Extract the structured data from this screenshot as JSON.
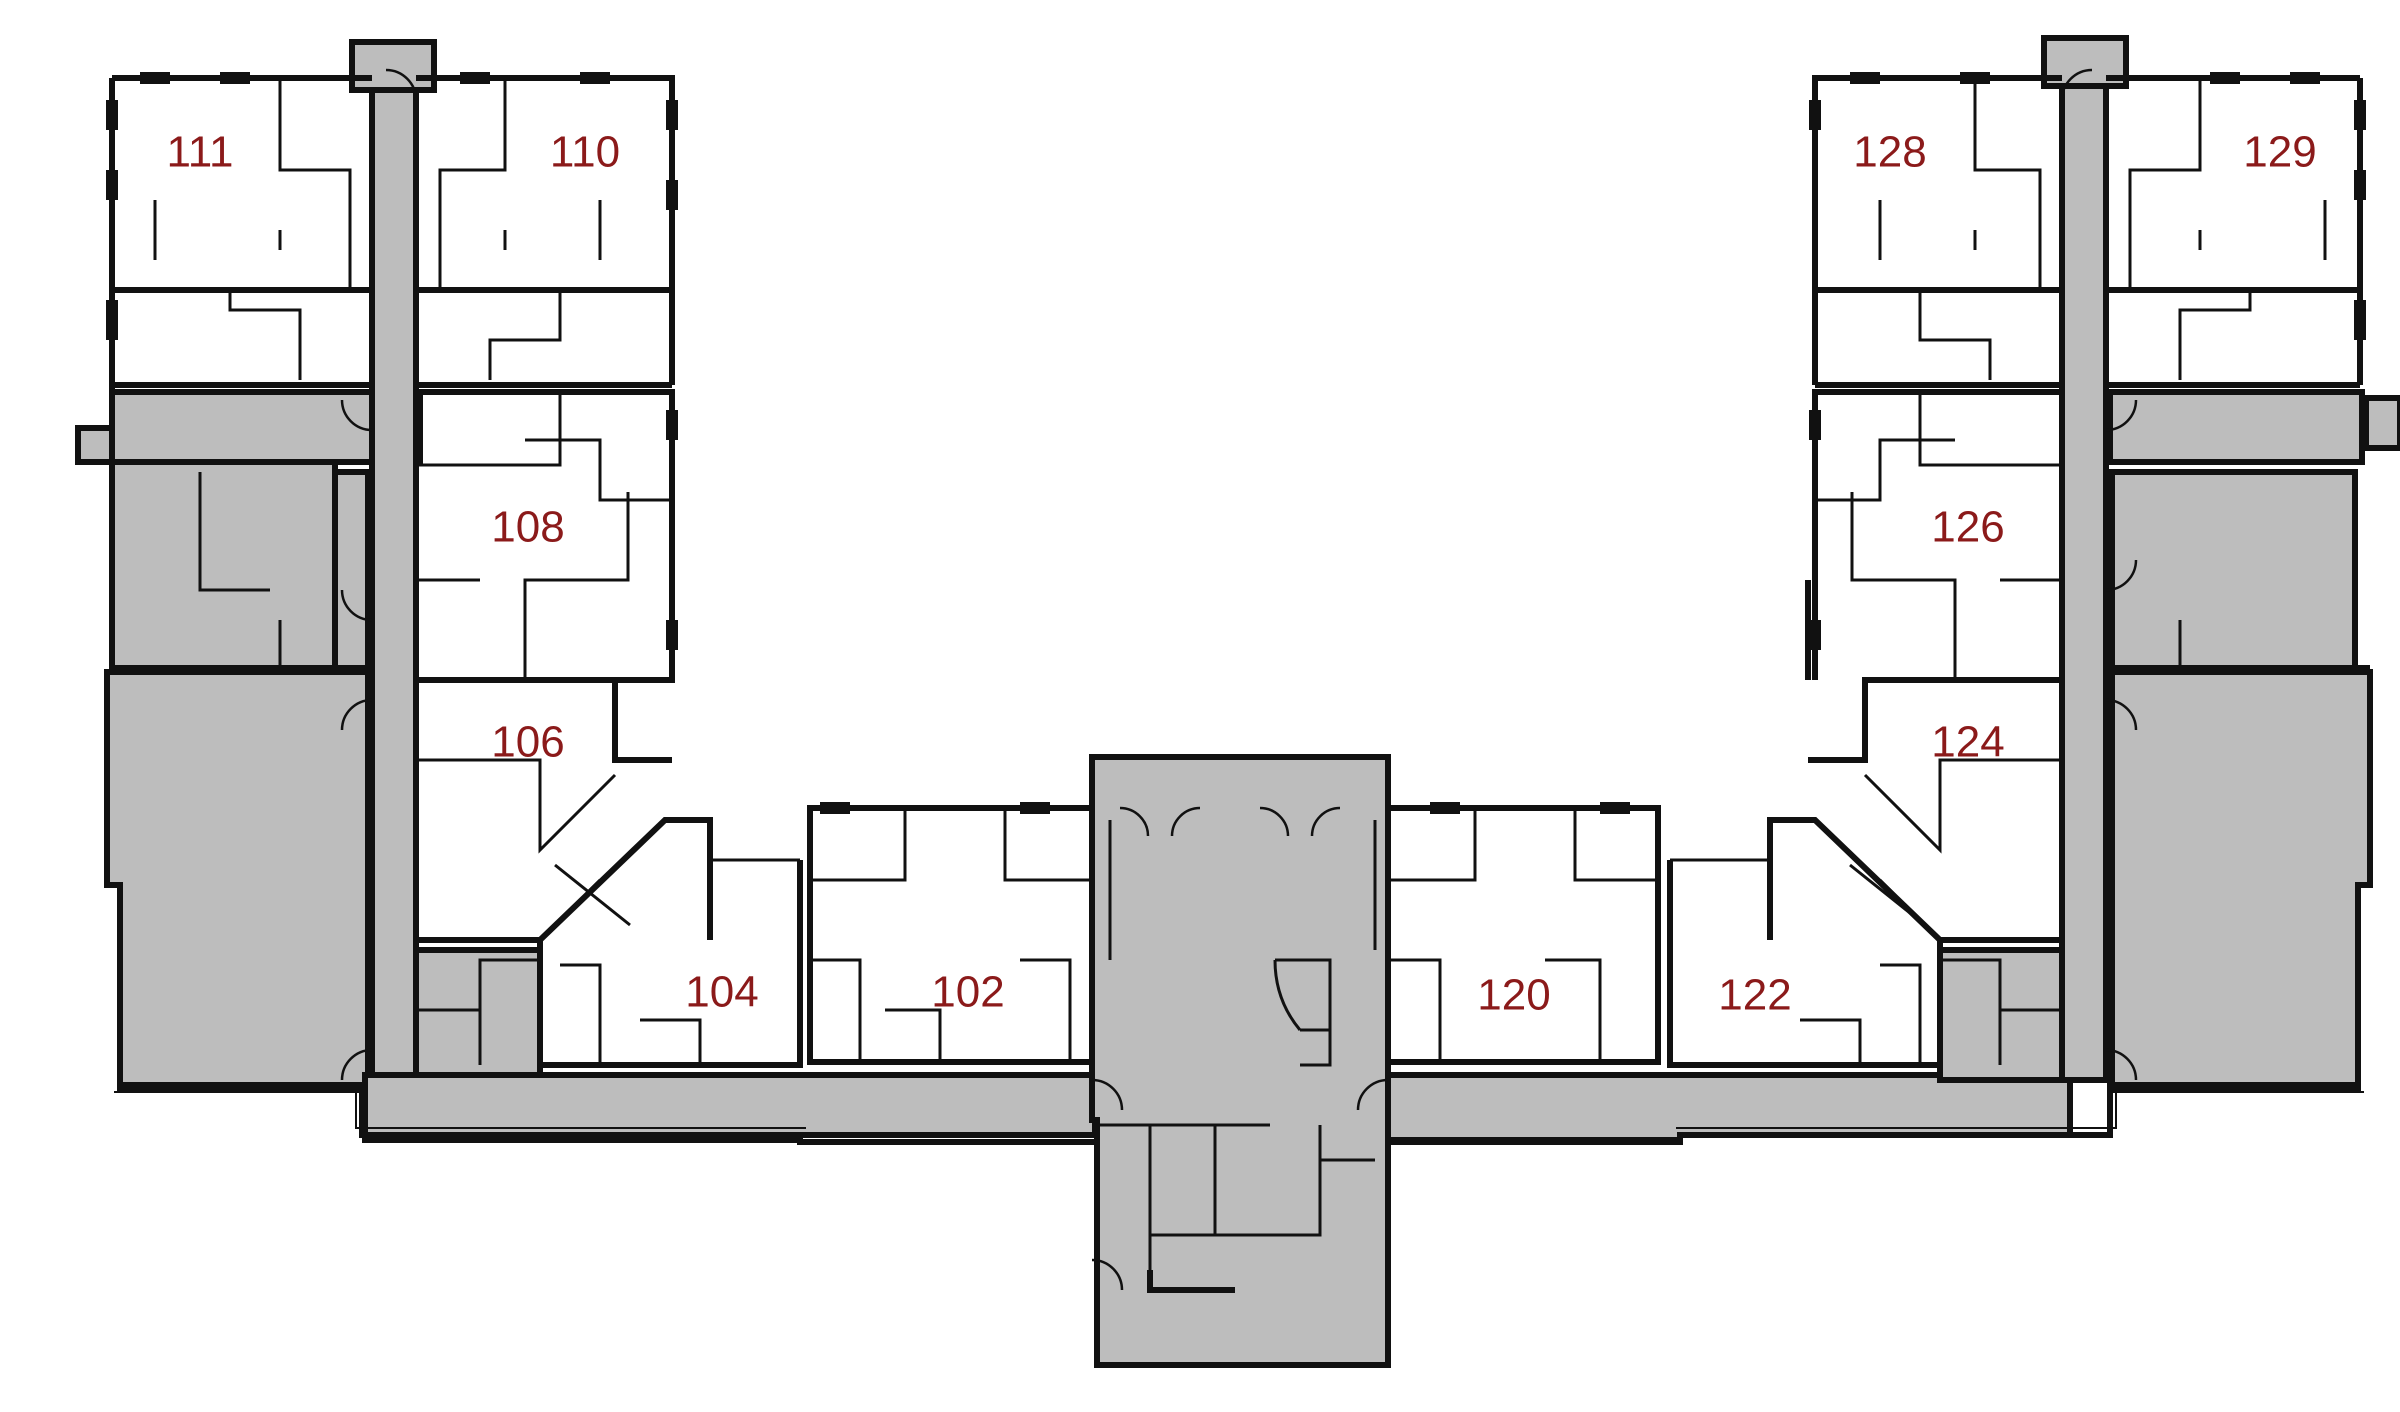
{
  "colors": {
    "common_fill": "#bdbdbd",
    "label_color": "#8b1a1a",
    "wall_color": "#111111",
    "background": "#ffffff"
  },
  "rooms": [
    {
      "id": "111",
      "label": "111"
    },
    {
      "id": "110",
      "label": "110"
    },
    {
      "id": "108",
      "label": "108"
    },
    {
      "id": "106",
      "label": "106"
    },
    {
      "id": "104",
      "label": "104"
    },
    {
      "id": "102",
      "label": "102"
    },
    {
      "id": "120",
      "label": "120"
    },
    {
      "id": "122",
      "label": "122"
    },
    {
      "id": "124",
      "label": "124"
    },
    {
      "id": "126",
      "label": "126"
    },
    {
      "id": "128",
      "label": "128"
    },
    {
      "id": "129",
      "label": "129"
    }
  ]
}
